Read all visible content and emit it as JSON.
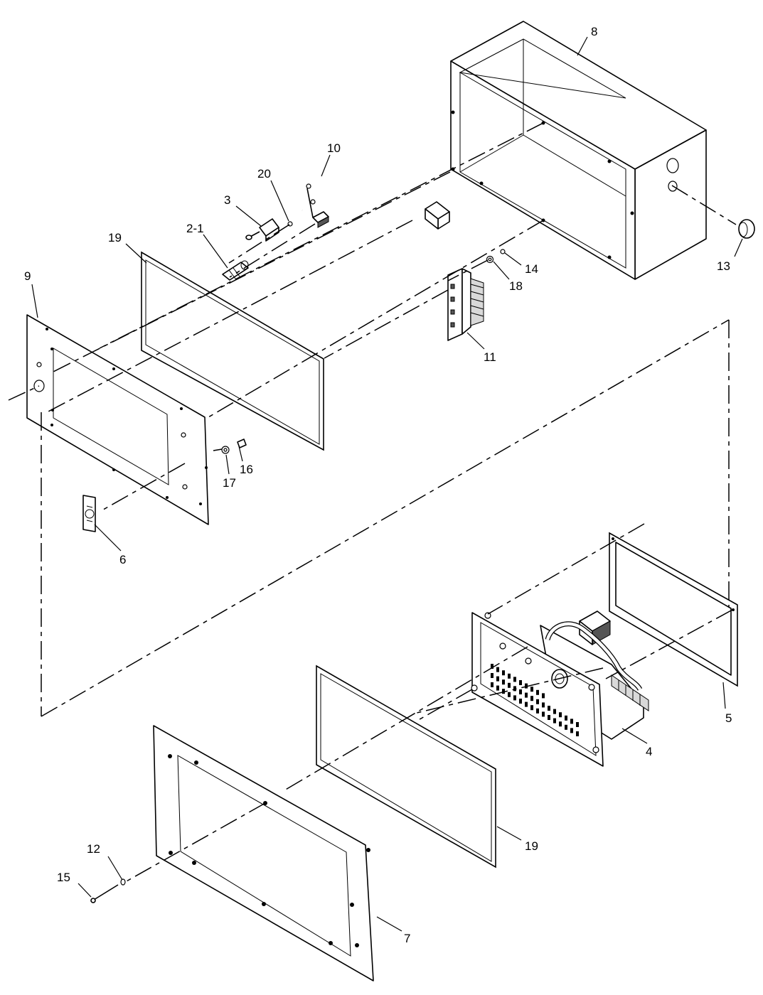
{
  "callouts": {
    "c_2_1": "2-1",
    "c_3": "3",
    "c_4": "4",
    "c_5": "5",
    "c_6": "6",
    "c_7": "7",
    "c_8": "8",
    "c_9": "9",
    "c_10": "10",
    "c_11": "11",
    "c_12": "12",
    "c_13": "13",
    "c_14": "14",
    "c_15": "15",
    "c_16": "16",
    "c_17": "17",
    "c_18": "18",
    "c_19a": "19",
    "c_19b": "19",
    "c_20": "20"
  }
}
